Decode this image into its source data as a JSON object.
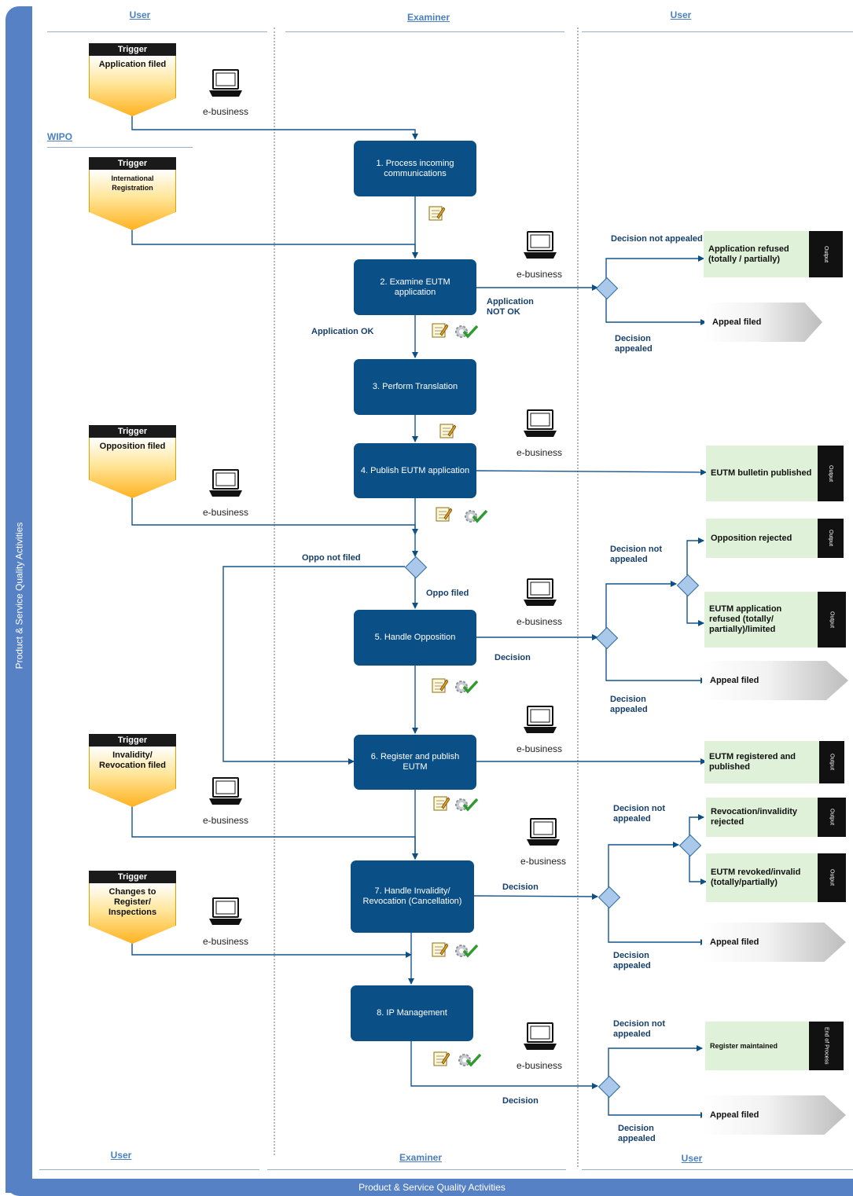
{
  "lanes": {
    "top_left": "User",
    "top_middle": "Examiner",
    "top_right": "User",
    "wipo": "WIPO",
    "bottom_left": "User",
    "bottom_middle": "Examiner",
    "bottom_right": "User"
  },
  "sidebar_label": "Product & Service Quality Activities",
  "bottom_label": "Product & Service Quality Activities",
  "triggers": [
    {
      "header": "Trigger",
      "body": "Application filed"
    },
    {
      "header": "Trigger",
      "body": "International Registration"
    },
    {
      "header": "Trigger",
      "body": "Opposition filed"
    },
    {
      "header": "Trigger",
      "body": "Invalidity/ Revocation filed"
    },
    {
      "header": "Trigger",
      "body": "Changes to Register/ Inspections"
    }
  ],
  "processes": [
    "1. Process incoming communications",
    "2. Examine EUTM application",
    "3. Perform Translation",
    "4. Publish EUTM application",
    "5. Handle Opposition",
    "6. Register and publish EUTM",
    "7. Handle Invalidity/ Revocation (Cancellation)",
    "8. IP Management"
  ],
  "ebusiness": "e-business",
  "labels": {
    "decision_not_appealed": "Decision not appealed",
    "application_not_ok": "Application NOT OK",
    "application_ok": "Application OK",
    "decision_appealed": "Decision appealed",
    "oppo_not_filed": "Oppo not filed",
    "oppo_filed": "Oppo filed",
    "decision": "Decision"
  },
  "outputs": [
    {
      "text": "Application refused (totally / partially)",
      "tag": "Output"
    },
    {
      "text": "EUTM bulletin published",
      "tag": "Output"
    },
    {
      "text": "Opposition rejected",
      "tag": "Output"
    },
    {
      "text": "EUTM application refused (totally/ partially)/limited",
      "tag": "Output"
    },
    {
      "text": "EUTM registered and published",
      "tag": "Output"
    },
    {
      "text": "Revocation/invalidity rejected",
      "tag": "Output"
    },
    {
      "text": "EUTM revoked/invalid (totally/partially)",
      "tag": "Output"
    },
    {
      "text": "Register maintained",
      "tag": "End of Process"
    }
  ],
  "appeal_filed": "Appeal filed"
}
